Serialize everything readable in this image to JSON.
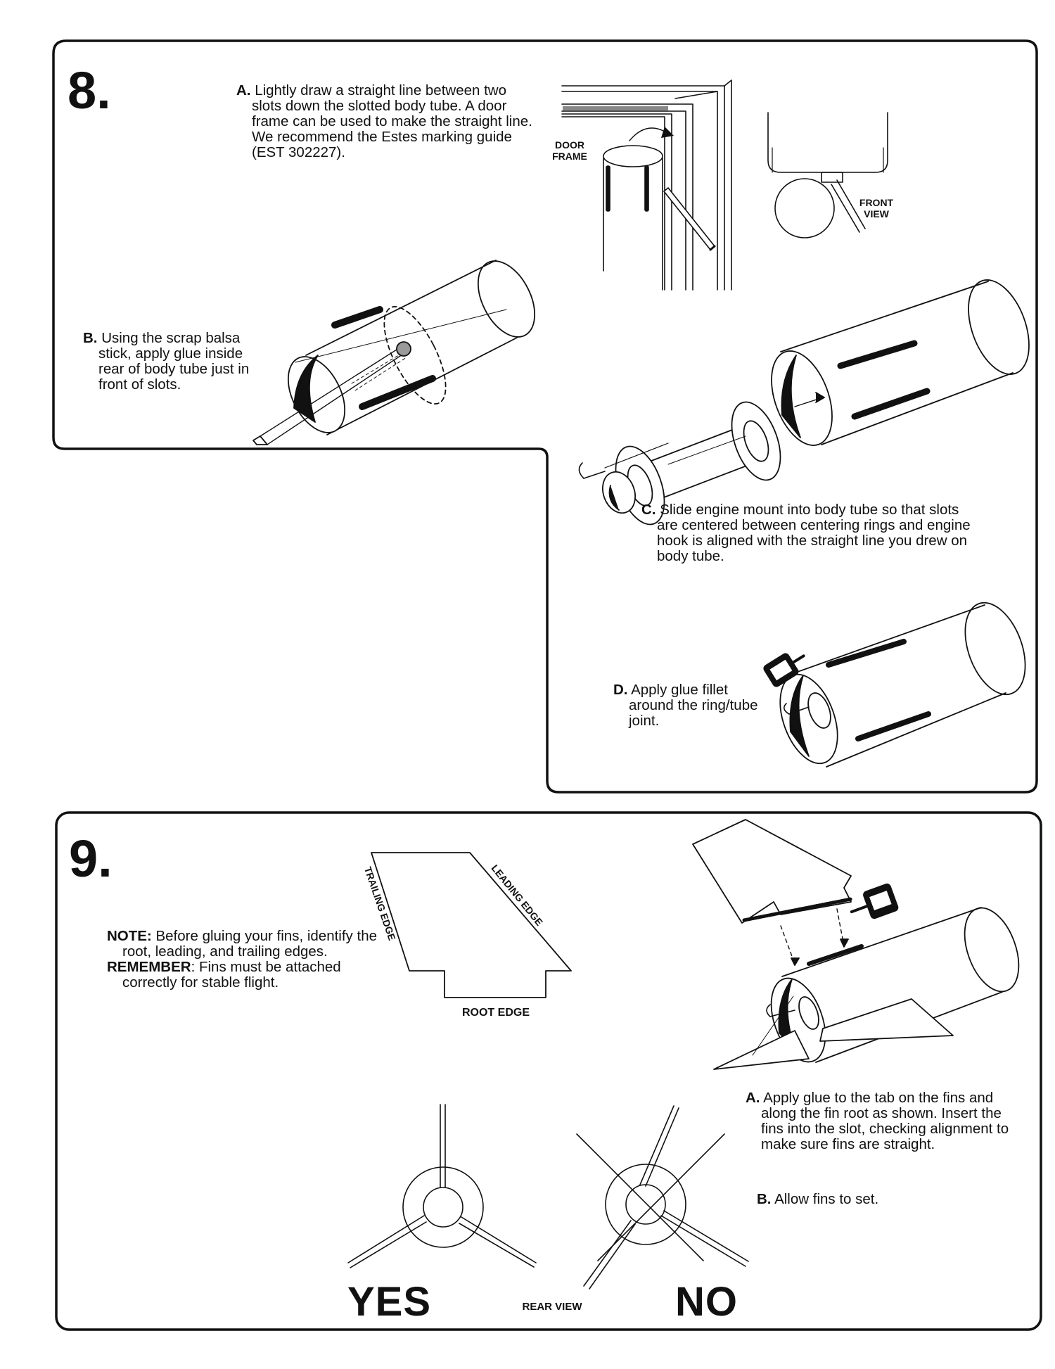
{
  "step8": {
    "number": "8.",
    "a": {
      "letter": "A.",
      "text": "Lightly draw a straight line between two slots down the slotted body tube.  A door frame can be used to make the straight line.  We recommend the Estes marking guide (EST 302227)."
    },
    "b": {
      "letter": "B.",
      "text": "Using the scrap balsa stick, apply glue inside rear of body tube just in front of slots."
    },
    "c": {
      "letter": "C.",
      "text": "Slide engine mount into body tube so that slots are centered between centering rings and engine hook is aligned with the straight line you drew on body tube."
    },
    "d": {
      "letter": "D.",
      "text": "Apply glue fillet around the ring/tube joint."
    },
    "labels": {
      "door_frame": "DOOR FRAME",
      "front_view": "FRONT VIEW"
    }
  },
  "step9": {
    "number": "9.",
    "note": {
      "label": "NOTE:",
      "text": "Before gluing your fins, identify the root, leading, and trailing edges."
    },
    "remember": {
      "label": "REMEMBER",
      "text": ": Fins must be attached correctly for stable flight."
    },
    "fin_labels": {
      "trailing": "TRAILING EDGE",
      "leading": "LEADING EDGE",
      "root": "ROOT EDGE"
    },
    "a": {
      "letter": "A.",
      "text": "Apply glue to the tab on the fins and along the fin root as shown.  Insert the fins into the slot, checking alignment to make sure fins are straight."
    },
    "b": {
      "letter": "B.",
      "text": "Allow fins to set."
    },
    "yes": "YES",
    "no": "NO",
    "rear_view": "REAR VIEW"
  }
}
